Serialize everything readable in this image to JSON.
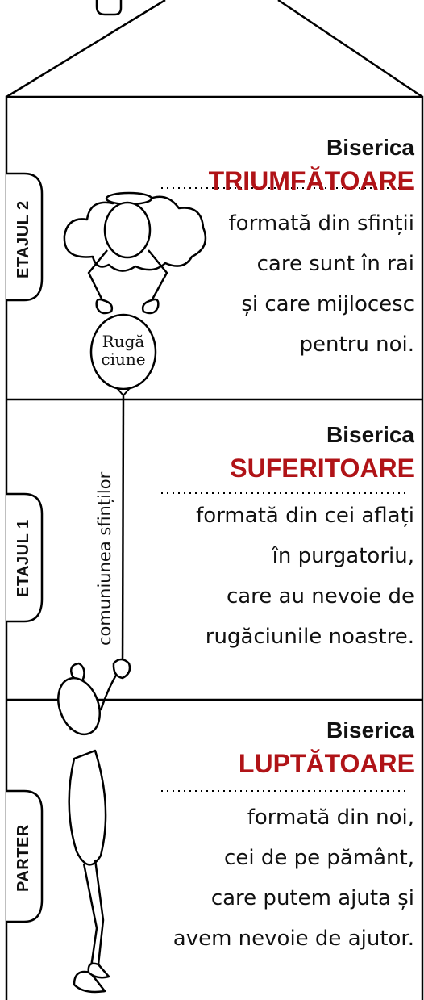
{
  "levels": [
    {
      "label": "ETAJUL 2",
      "church_word": "Biserica",
      "church_name": "TRIUMFĂTOARE",
      "description": [
        "formată din sfinții",
        "care sunt în rai",
        "și care mijlocesc",
        "pentru noi."
      ]
    },
    {
      "label": "ETAJUL 1",
      "church_word": "Biserica",
      "church_name": "SUFERITOARE",
      "description": [
        "formată din cei aflați",
        "în purgatoriu,",
        "care au nevoie de",
        "rugăciunile noastre."
      ]
    },
    {
      "label": "PARTER",
      "church_word": "Biserica",
      "church_name": "LUPTĂTOARE",
      "description": [
        "formată din noi,",
        "cei  de pe pământ,",
        "care putem ajuta și",
        "avem nevoie de ajutor."
      ]
    }
  ],
  "string_label": "comuniunea sfinților",
  "balloon_text": [
    "Rugă",
    "ciune"
  ],
  "colors": {
    "church_name": "#b01317",
    "line": "#000000",
    "background": "#ffffff"
  }
}
